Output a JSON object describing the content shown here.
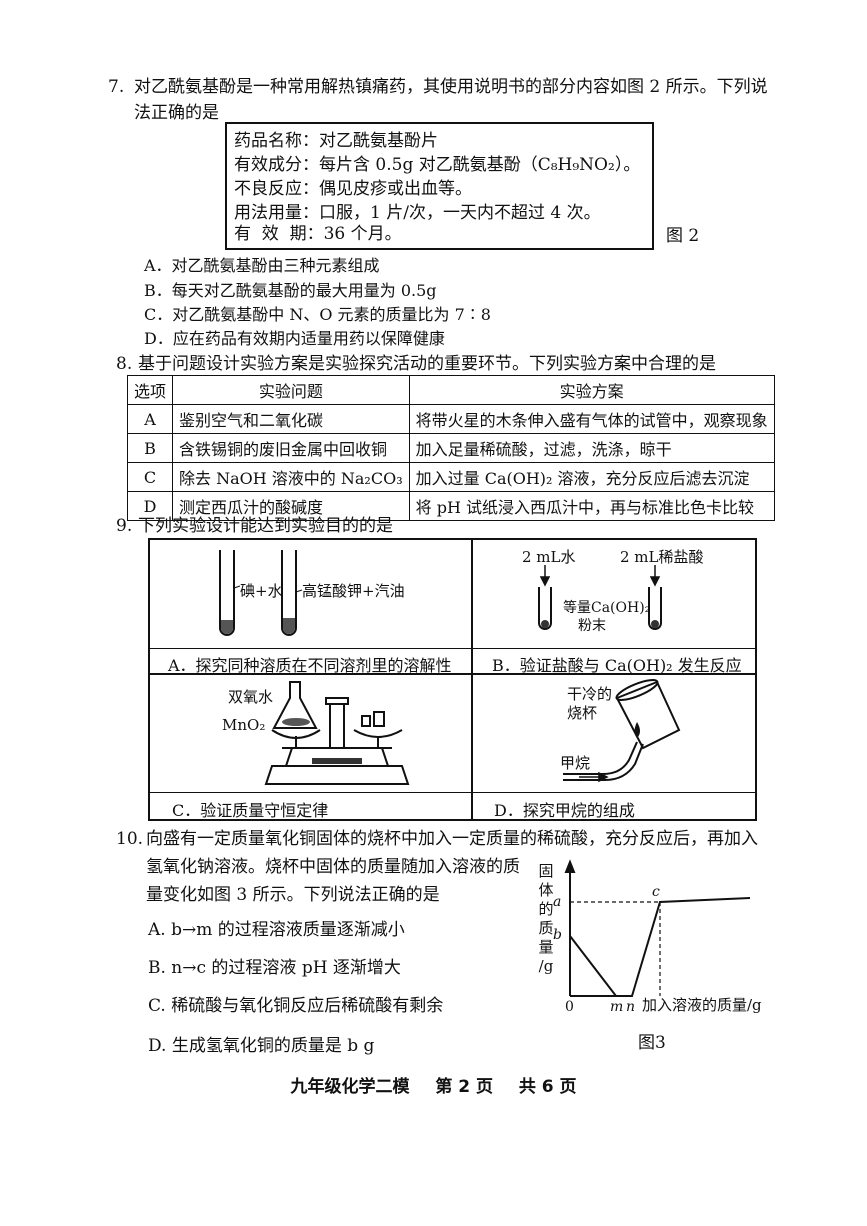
{
  "q7": {
    "number": "7.",
    "stem_line1": "对乙酰氨基酚是一种常用解热镇痛药，其使用说明书的部分内容如图 2 所示。下列说",
    "stem_line2": "法正确的是",
    "label_lines": [
      "药品名称：对乙酰氨基酚片",
      "有效成分：每片含 0.5g 对乙酰氨基酚（C₈H₉NO₂）。",
      "不良反应：偶见皮疹或出血等。",
      "用法用量：口服，1 片/次，一天内不超过 4 次。",
      "有  效  期：36 个月。"
    ],
    "figure": "图 2",
    "options": [
      "A．对乙酰氨基酚由三种元素组成",
      "B．每天对乙酰氨基酚的最大用量为 0.5g",
      "C．对乙酰氨基酚中 N、O 元素的质量比为 7∶8",
      "D．应在药品有效期内适量用药以保障健康"
    ]
  },
  "q8": {
    "number": "8.",
    "stem": "基于问题设计实验方案是实验探究活动的重要环节。下列实验方案中合理的是",
    "headers": [
      "选项",
      "实验问题",
      "实验方案"
    ],
    "rows": [
      [
        "A",
        "鉴别空气和二氧化碳",
        "将带火星的木条伸入盛有气体的试管中，观察现象"
      ],
      [
        "B",
        "含铁锡铜的废旧金属中回收铜",
        "加入足量稀硫酸，过滤，洗涤，晾干"
      ],
      [
        "C",
        "除去 NaOH 溶液中的 Na₂CO₃",
        "加入过量 Ca(OH)₂ 溶液，充分反应后滤去沉淀"
      ],
      [
        "D",
        "测定西瓜汁的酸碱度",
        "将 pH 试纸浸入西瓜汁中，再与标准比色卡比较"
      ]
    ]
  },
  "q9": {
    "number": "9.",
    "stem": "下列实验设计能达到实验目的的是",
    "a_labels": [
      "碘+水",
      "高锰酸钾+汽油"
    ],
    "b_labels": [
      "2 mL水",
      "2 mL稀盐酸",
      "等量Ca(OH)₂",
      "粉末"
    ],
    "c_labels": [
      "双氧水",
      "MnO₂"
    ],
    "d_labels": [
      "干冷的",
      "烧杯",
      "甲烷"
    ],
    "captions": [
      "A．探究同种溶质在不同溶剂里的溶解性",
      "B．验证盐酸与 Ca(OH)₂ 发生反应",
      "C．验证质量守恒定律",
      "D．探究甲烷的组成"
    ]
  },
  "q10": {
    "number": "10.",
    "stem_line1": "向盛有一定质量氧化铜固体的烧杯中加入一定质量的稀硫酸，充分反应后，再加入",
    "stem_line2": "氢氧化钠溶液。烧杯中固体的质量随加入溶液的质",
    "stem_line3": "量变化如图 3 所示。下列说法正确的是",
    "options": [
      "A. b→m 的过程溶液质量逐渐减小",
      "B. n→c 的过程溶液 pH 逐渐增大",
      "C. 稀硫酸与氧化铜反应后稀硫酸有剩余",
      "D. 生成氢氧化铜的质量是 b g"
    ],
    "graph": {
      "y_axis_chars": [
        "固",
        "体",
        "的",
        "质",
        "量",
        "/g"
      ],
      "x_axis_label": "加入溶液的质量/g",
      "origin": "0",
      "point_labels": [
        "a",
        "b",
        "c",
        "m",
        "n"
      ],
      "figure": "图3"
    }
  },
  "footer": {
    "title": "九年级化学二模",
    "page": "第 2 页",
    "total": "共 6 页"
  }
}
